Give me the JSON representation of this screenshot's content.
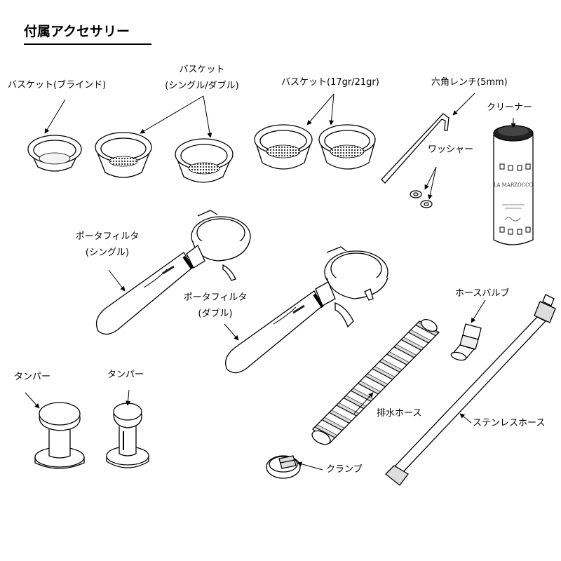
{
  "title": "付属アクセサリー",
  "labels": {
    "basket_blind": "バスケット(ブラインド)",
    "basket_single_double_line1": "バスケット",
    "basket_single_double_line2": "(シングル/ダブル)",
    "basket_17_21": "バスケット(17gr/21gr)",
    "hex_wrench": "六角レンチ(5mm)",
    "cleaner": "クリーナー",
    "washer": "ワッシャー",
    "portafilter_single_line1": "ポータフィルタ",
    "portafilter_single_line2": "(シングル)",
    "portafilter_double_line1": "ポータフィルタ",
    "portafilter_double_line2": "(ダブル)",
    "hose_valve": "ホースバルブ",
    "drain_hose": "排水ホース",
    "stainless_hose": "ステンレスホース",
    "tamper_1": "タンパー",
    "tamper_2": "タンパー",
    "clamp": "クランプ"
  },
  "cleaner_brand": "LA MARZOCCO"
}
